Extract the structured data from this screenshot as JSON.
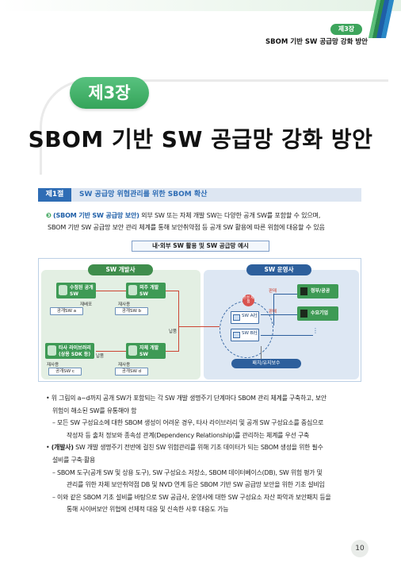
{
  "header": {
    "chapter_chip": "제3장",
    "running_title": "SBOM 기반 SW 공급망 강화 방안"
  },
  "chapter": {
    "label": "제3장",
    "title": "SBOM 기반 SW 공급망 강화 방안"
  },
  "section": {
    "number": "제1절",
    "title": "SW 공급망 위협관리를 위한 SBOM 확산"
  },
  "lead": {
    "bullet": "❸",
    "highlight": "(SBOM 기반 SW 공급망 보안)",
    "line1_rest": " 외부 SW 또는 자체 개발 SW는 다양한 공개 SW를 포함할 수 있으며,",
    "line2": "SBOM 기반 SW 공급망 보안 관리 체계를 통해 보안취약점 등 공개 SW 활용에 따른 위험에 대응할 수 있음"
  },
  "figure": {
    "caption": "내·외부 SW 활용 및 SW 공급망 예시",
    "dev_tab": "SW 개발사",
    "ops_tab": "SW 운영사",
    "components": [
      {
        "name": "수정된 공개 SW",
        "tag": "재배포",
        "card": "공개SW a"
      },
      {
        "name": "외주 개발 SW",
        "tag": "재사용",
        "card": "공개SW b"
      },
      {
        "name": "타사 라이브러리 (상용 SDK 등)",
        "tag": "재사용",
        "card": "공개SW c"
      },
      {
        "name": "자체 개발 SW",
        "tag": "재사용",
        "card": "공개SW d"
      }
    ],
    "delivery_label": "납품",
    "provide_badge": "완성 제품",
    "products": [
      "SW A社",
      "SW B社"
    ],
    "sales_label": "판매",
    "orgs": [
      "정부/공공",
      "수요기업"
    ],
    "patch_label": "패치/유지보수"
  },
  "body": {
    "p1_l1": "• 위 그림의 a~d까지 공개 SW가 포함되는 각 SW 개발 생명주기 단계마다 SBOM 관리 체계를 구축하고, 보안",
    "p1_l2": "위험이 해소된 SW를 유통해야 함",
    "p2_l1": "– 모든 SW 구성요소에 대한 SBOM 생성이 어려운 경우, 타사 라이브러리 및 공개 SW 구성요소를 중심으로",
    "p2_l2": "작성자 등 출처 정보와 종속성 관계(Dependency Relationship)를 관리하는 체계를 우선 구축",
    "p3_bold": "(개발사)",
    "p3_l1_rest": " SW 개발 생명주기 전반에 걸친 SW 위험관리를 위해 기초 데이터가 되는 SBOM 생성을 위한 필수",
    "p3_l2": "설비를 구축·활용",
    "p4_l1": "– SBOM 도구(공개 SW 및 상용 도구), SW 구성요소 저장소, SBOM 데이터베이스(DB), SW 위험 평가 및",
    "p4_l2": "관리를 위한 자체 보안취약점 DB 및 NVD 연계 등은 SBOM 기반 SW 공급망 보안을 위한 기초 설비임",
    "p5_l1": "– 이와 같은 SBOM 기초 설비를 바탕으로 SW 공급사, 운영사에 대한 SW 구성요소 자산 파악과 보안패치 등을",
    "p5_l2": "통해 사이버보안 위협에 선제적 대응 및 신속한 사후 대응도 가능"
  },
  "page_number": "10",
  "colors": {
    "brand_green": "#3da55c",
    "brand_blue": "#2f6db5"
  }
}
